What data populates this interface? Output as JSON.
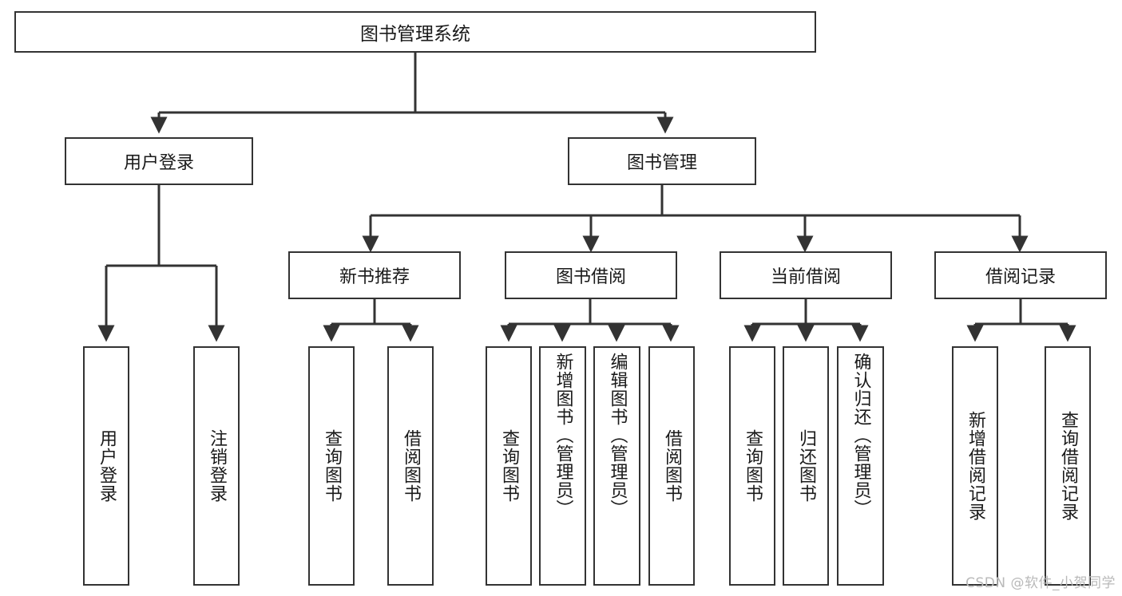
{
  "diagram": {
    "title": "图书管理系统",
    "type": "功能结构图",
    "stroke_color": "#333333",
    "background_color": "#ffffff",
    "text_color": "#1a1a1a"
  },
  "root": {
    "label": "图书管理系统"
  },
  "level1": [
    {
      "label": "用户登录"
    },
    {
      "label": "图书管理"
    }
  ],
  "level2": [
    {
      "label": "新书推荐"
    },
    {
      "label": "图书借阅"
    },
    {
      "label": "当前借阅"
    },
    {
      "label": "借阅记录"
    }
  ],
  "leaves": {
    "user_login": [
      {
        "label": "用户登录"
      },
      {
        "label": "注销登录"
      }
    ],
    "new_book": [
      {
        "label": "查询图书"
      },
      {
        "label": "借阅图书"
      }
    ],
    "book_borrow": [
      {
        "label": "查询图书"
      },
      {
        "label": "新增图书（管理员）"
      },
      {
        "label": "编辑图书（管理员）"
      },
      {
        "label": "借阅图书"
      }
    ],
    "current_borrow": [
      {
        "label": "查询图书"
      },
      {
        "label": "归还图书"
      },
      {
        "label": "确认归还（管理员）"
      }
    ],
    "borrow_record": [
      {
        "label": "新增借阅记录"
      },
      {
        "label": "查询借阅记录"
      }
    ]
  },
  "watermark": {
    "text": "CSDN @软件_小贺同学"
  }
}
